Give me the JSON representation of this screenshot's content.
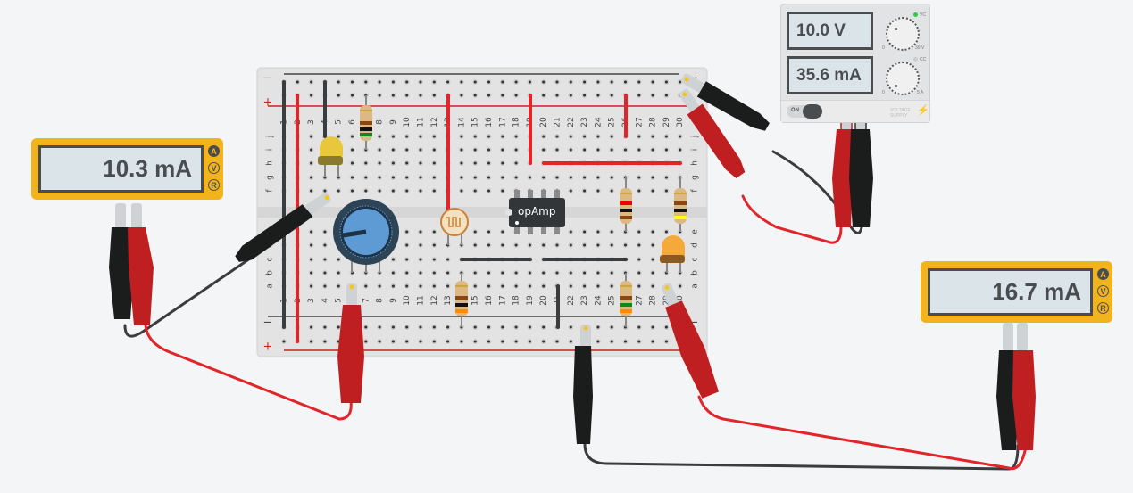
{
  "power_supply": {
    "voltage_display": "10.0 V",
    "current_display": "35.6 mA",
    "cv_label": "VC",
    "cc_label": "CC",
    "voltage_knob_min": "0",
    "voltage_knob_max": "30 V",
    "current_knob_min": "0",
    "current_knob_max": "5 A",
    "power_toggle_label": "ON",
    "brand_label": "VOLTAGE SUPPLY",
    "cv_indicator_color": "#2ecc40"
  },
  "multimeters": [
    {
      "reading": "10.3 mA",
      "modes": [
        "A",
        "V",
        "R"
      ],
      "active_mode": "A"
    },
    {
      "reading": "16.7 mA",
      "modes": [
        "A",
        "V",
        "R"
      ],
      "active_mode": "A"
    }
  ],
  "breadboard": {
    "columns": [
      "1",
      "2",
      "3",
      "4",
      "5",
      "6",
      "7",
      "8",
      "9",
      "10",
      "11",
      "12",
      "13",
      "14",
      "15",
      "16",
      "17",
      "18",
      "19",
      "20",
      "21",
      "22",
      "23",
      "24",
      "25",
      "26",
      "27",
      "28",
      "29",
      "30"
    ],
    "top_rows": [
      "j",
      "i",
      "h",
      "g",
      "f"
    ],
    "bottom_rows": [
      "e",
      "d",
      "c",
      "b",
      "a"
    ],
    "rail_minus": "−",
    "rail_plus": "+"
  },
  "components": {
    "ic_label": "opAmp",
    "led_yellow_color": "#e8c83a",
    "led_orange_color": "#f6a93b",
    "potentiometer_color": "#5e9ad4"
  },
  "colors": {
    "meter_body": "#f3b31d",
    "wire_red": "#e0262b",
    "wire_black": "#3a3c3e",
    "clip_red": "#c01f22",
    "clip_black": "#1b1c1c"
  }
}
